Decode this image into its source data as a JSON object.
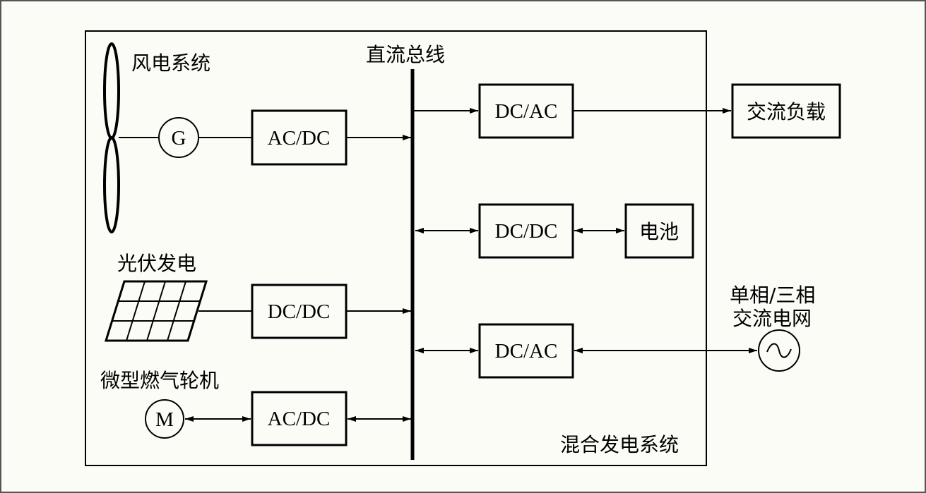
{
  "labels": {
    "wind": "风电系统",
    "bus": "直流总线",
    "pv": "光伏发电",
    "turbine": "微型燃气轮机",
    "hybrid": "混合发电系统",
    "grid_line1": "单相/三相",
    "grid_line2": "交流电网"
  },
  "boxes": {
    "wind_converter": "AC/DC",
    "pv_converter": "DC/DC",
    "turbine_converter": "AC/DC",
    "load_inverter": "DC/AC",
    "battery_converter": "DC/DC",
    "grid_inverter": "DC/AC",
    "ac_load": "交流负载",
    "battery": "电池"
  },
  "symbols": {
    "generator": "G",
    "motor": "M",
    "ac_source": "~"
  }
}
